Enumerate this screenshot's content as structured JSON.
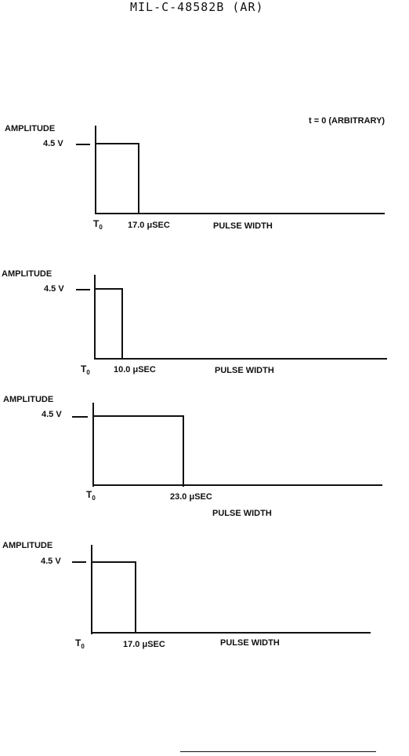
{
  "header": {
    "doc_id": "MIL-C-48582B (AR)"
  },
  "time_note": "t = 0 (ARBITRARY)",
  "panels": [
    {
      "amplitude_label": "AMPLITUDE",
      "voltage_label": "4.5 V",
      "t0_main": "T",
      "t0_sub": "0",
      "width_label": "17.0 μSEC",
      "axis_label": "PULSE WIDTH",
      "pulse_width_us": 17.0
    },
    {
      "amplitude_label": "AMPLITUDE",
      "voltage_label": "4.5 V",
      "t0_main": "T",
      "t0_sub": "0",
      "width_label": "10.0 μSEC",
      "axis_label": "PULSE WIDTH",
      "pulse_width_us": 10.0
    },
    {
      "amplitude_label": "AMPLITUDE",
      "voltage_label": "4.5 V",
      "t0_main": "T",
      "t0_sub": "0",
      "width_label": "23.0 μSEC",
      "axis_label": "PULSE WIDTH",
      "pulse_width_us": 23.0
    },
    {
      "amplitude_label": "AMPLITUDE",
      "voltage_label": "4.5 V",
      "t0_main": "T",
      "t0_sub": "0",
      "width_label": "17.0 μSEC",
      "axis_label": "PULSE WIDTH",
      "pulse_width_us": 17.0
    }
  ]
}
